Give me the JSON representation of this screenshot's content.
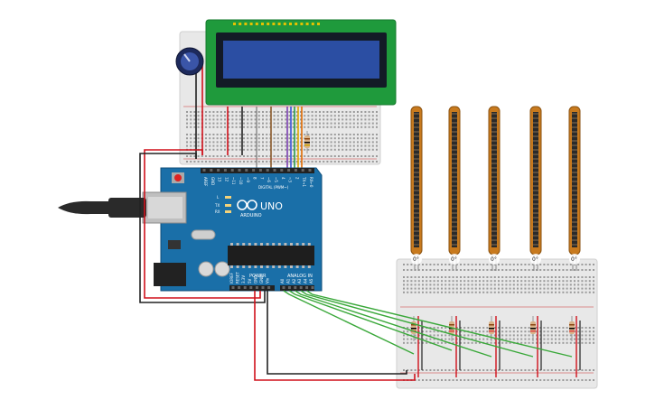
{
  "arduino": {
    "brand": "ARDUINO",
    "model": "UNO",
    "digital_header_label": "DIGITAL (PWM~)",
    "power_label": "POWER",
    "analog_label": "ANALOG IN",
    "led_labels": [
      "L",
      "TX",
      "RX"
    ],
    "digital_pins": [
      "AREF",
      "GND",
      "13",
      "12",
      "~11",
      "~10",
      "~9",
      "8",
      "7",
      "~6",
      "~5",
      "4",
      "~3",
      "2",
      "TX→1",
      "RX←0"
    ],
    "power_pins": [
      "IOREF",
      "RESET",
      "3.3V",
      "5V",
      "GND",
      "GND",
      "Vin"
    ],
    "analog_pins": [
      "A0",
      "A1",
      "A2",
      "A3",
      "A4",
      "A5"
    ]
  },
  "flex_sensors": [
    {
      "angle": "0°"
    },
    {
      "angle": "0°"
    },
    {
      "angle": "0°"
    },
    {
      "angle": "0°"
    },
    {
      "angle": "0°"
    }
  ],
  "colors": {
    "wire_red": "#d0111b",
    "wire_black": "#222222",
    "wire_green": "#3aa83a",
    "board_blue": "#1a6fa8",
    "lcd_green": "#1f9a3c",
    "lcd_screen": "#2b4ea3",
    "sensor_orange": "#c87a1e"
  }
}
